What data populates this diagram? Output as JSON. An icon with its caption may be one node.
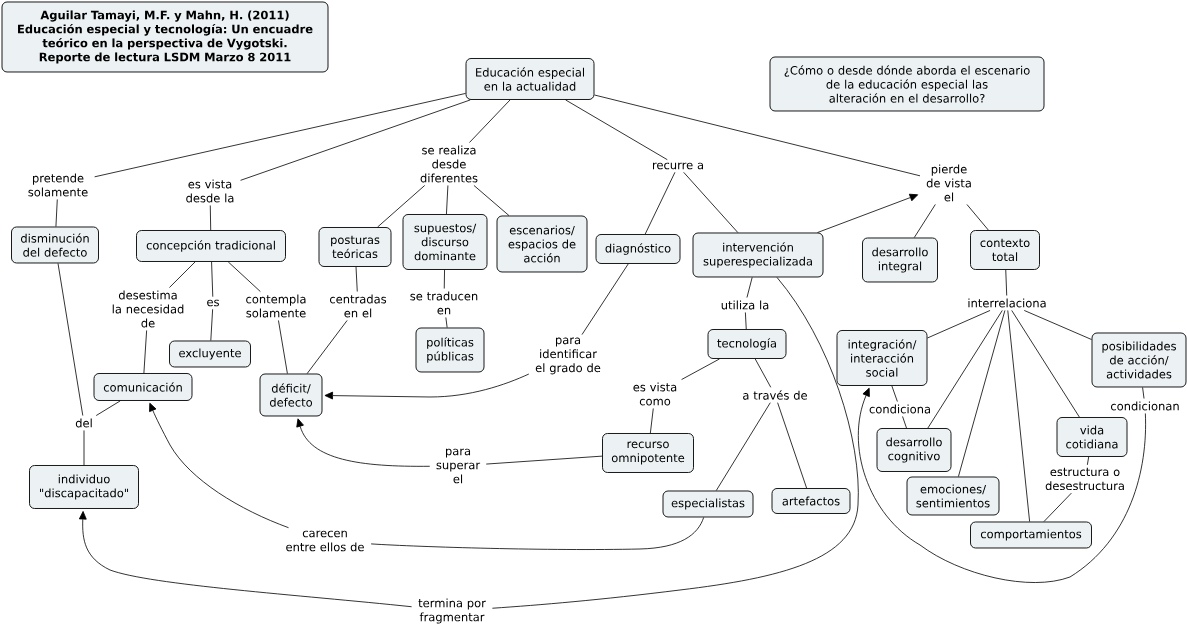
{
  "diagram": {
    "nodes": [
      {
        "text": [
          "Aguilar Tamayi, M.F. y Mahn, H. (2011) Educación especial y tecnología: Un encuadre teórico en la perspectiva de Vygotski. Reporte de lectura LSDM Marzo 8 2011"
        ]
      },
      {
        "text": [
          "Educación especial en la actualidad"
        ]
      },
      {
        "text": [
          "¿Cómo o desde dónde aborda el escenario de la educación especial las alteración en el desarrollo?"
        ]
      },
      {
        "text": [
          "se realiza desde diferentes"
        ]
      },
      {
        "text": [
          "recurre a"
        ]
      },
      {
        "text": [
          "pretende solamente"
        ]
      },
      {
        "text": [
          "pierde de vista el"
        ]
      },
      {
        "text": [
          "es vista desde la"
        ]
      },
      {
        "text": [
          "supuestos/ discurso dominante"
        ]
      },
      {
        "text": [
          "escenarios/ espacios de acción"
        ]
      },
      {
        "text": [
          "disminución del defecto"
        ]
      },
      {
        "text": [
          "posturas teóricas"
        ]
      },
      {
        "text": [
          "concepción tradicional"
        ]
      },
      {
        "text": [
          "diagnóstico"
        ]
      },
      {
        "text": [
          "intervención superespecializada"
        ]
      },
      {
        "text": [
          "contexto total"
        ]
      },
      {
        "text": [
          "desarrollo integral"
        ]
      },
      {
        "text": [
          "interrelaciona"
        ]
      },
      {
        "text": [
          "es"
        ]
      },
      {
        "text": [
          "se traducen en"
        ]
      },
      {
        "text": [
          "utiliza la"
        ]
      },
      {
        "text": [
          "contempla solamente"
        ]
      },
      {
        "text": [
          "centradas en el"
        ]
      },
      {
        "text": [
          "desestima la necesidad de"
        ]
      },
      {
        "text": [
          "políticas públicas"
        ]
      },
      {
        "text": [
          "tecnología"
        ]
      },
      {
        "text": [
          "integración/ interacción social"
        ]
      },
      {
        "text": [
          "posibilidades de acción/ actividades"
        ]
      },
      {
        "text": [
          "excluyente"
        ]
      },
      {
        "text": [
          "para identificar el grado de"
        ]
      },
      {
        "text": [
          "comunicación"
        ]
      },
      {
        "text": [
          "déficit/ defecto"
        ]
      },
      {
        "text": [
          "es vista como"
        ]
      },
      {
        "text": [
          "a través de"
        ]
      },
      {
        "text": [
          "condicionan"
        ]
      },
      {
        "text": [
          "condiciona"
        ]
      },
      {
        "text": [
          "vida cotidiana"
        ]
      },
      {
        "text": [
          "del"
        ]
      },
      {
        "text": [
          "desarrollo cognitivo"
        ]
      },
      {
        "text": [
          "recurso omnipotente"
        ]
      },
      {
        "text": [
          "para superar el"
        ]
      },
      {
        "text": [
          "individuo \"discapacitado\""
        ]
      },
      {
        "text": [
          "emociones/ sentimientos"
        ]
      },
      {
        "text": [
          "estructura o desestructura"
        ]
      },
      {
        "text": [
          "especialistas"
        ]
      },
      {
        "text": [
          "artefactos"
        ]
      },
      {
        "text": [
          "comportamientos"
        ]
      },
      {
        "text": [
          "carecen entre ellos de"
        ]
      },
      {
        "text": [
          "termina por fragmentar"
        ]
      }
    ],
    "edges": [
      {
        "from": 1,
        "to": 5,
        "arrow": "none"
      },
      {
        "from": 5,
        "to": 10,
        "arrow": "none"
      },
      {
        "from": 1,
        "to": 7,
        "arrow": "none"
      },
      {
        "from": 7,
        "to": 12,
        "arrow": "none"
      },
      {
        "from": 1,
        "to": 3,
        "arrow": "none"
      },
      {
        "from": 3,
        "to": 11,
        "arrow": "none"
      },
      {
        "from": 3,
        "to": 8,
        "arrow": "none"
      },
      {
        "from": 3,
        "to": 9,
        "arrow": "none"
      },
      {
        "from": 1,
        "to": 4,
        "arrow": "none"
      },
      {
        "from": 4,
        "to": 13,
        "arrow": "none"
      },
      {
        "from": 4,
        "to": 14,
        "arrow": "none"
      },
      {
        "from": 1,
        "to": 6,
        "arrow": "none"
      },
      {
        "from": 6,
        "to": 16,
        "arrow": "none"
      },
      {
        "from": 6,
        "to": 15,
        "arrow": "none"
      },
      {
        "from": 14,
        "to": 6,
        "arrow": "to"
      },
      {
        "from": 12,
        "to": 23,
        "arrow": "none"
      },
      {
        "from": 23,
        "to": 30,
        "arrow": "none"
      },
      {
        "from": 12,
        "to": 18,
        "arrow": "none"
      },
      {
        "from": 18,
        "to": 28,
        "arrow": "none"
      },
      {
        "from": 12,
        "to": 21,
        "arrow": "none"
      },
      {
        "from": 21,
        "to": 31,
        "arrow": "none"
      },
      {
        "from": 11,
        "to": 22,
        "arrow": "none"
      },
      {
        "from": 22,
        "to": 31,
        "arrow": "none"
      },
      {
        "from": 8,
        "to": 19,
        "arrow": "none"
      },
      {
        "from": 19,
        "to": 24,
        "arrow": "none"
      },
      {
        "from": 13,
        "to": 29,
        "arrow": "none"
      },
      {
        "from": 29,
        "to": 31,
        "arrow": "to"
      },
      {
        "from": 14,
        "to": 20,
        "arrow": "none"
      },
      {
        "from": 20,
        "to": 25,
        "arrow": "none"
      },
      {
        "from": 14,
        "to": 48,
        "arrow": "none"
      },
      {
        "from": 48,
        "to": 41,
        "arrow": "to"
      },
      {
        "from": 25,
        "to": 32,
        "arrow": "none"
      },
      {
        "from": 32,
        "to": 39,
        "arrow": "none"
      },
      {
        "from": 25,
        "to": 33,
        "arrow": "none"
      },
      {
        "from": 33,
        "to": 44,
        "arrow": "none"
      },
      {
        "from": 33,
        "to": 45,
        "arrow": "none"
      },
      {
        "from": 10,
        "to": 37,
        "arrow": "none"
      },
      {
        "from": 30,
        "to": 37,
        "arrow": "none"
      },
      {
        "from": 37,
        "to": 41,
        "arrow": "none"
      },
      {
        "from": 39,
        "to": 40,
        "arrow": "none"
      },
      {
        "from": 40,
        "to": 31,
        "arrow": "to"
      },
      {
        "from": 44,
        "to": 47,
        "arrow": "none"
      },
      {
        "from": 47,
        "to": 30,
        "arrow": "to"
      },
      {
        "from": 15,
        "to": 17,
        "arrow": "none"
      },
      {
        "from": 17,
        "to": 26,
        "arrow": "none"
      },
      {
        "from": 17,
        "to": 38,
        "arrow": "none"
      },
      {
        "from": 17,
        "to": 42,
        "arrow": "none"
      },
      {
        "from": 17,
        "to": 46,
        "arrow": "none"
      },
      {
        "from": 17,
        "to": 36,
        "arrow": "none"
      },
      {
        "from": 17,
        "to": 27,
        "arrow": "none"
      },
      {
        "from": 26,
        "to": 35,
        "arrow": "none"
      },
      {
        "from": 35,
        "to": 38,
        "arrow": "none"
      },
      {
        "from": 27,
        "to": 34,
        "arrow": "none"
      },
      {
        "from": 34,
        "to": 26,
        "arrow": "to"
      },
      {
        "from": 36,
        "to": 43,
        "arrow": "none"
      },
      {
        "from": 43,
        "to": 46,
        "arrow": "none"
      }
    ]
  }
}
